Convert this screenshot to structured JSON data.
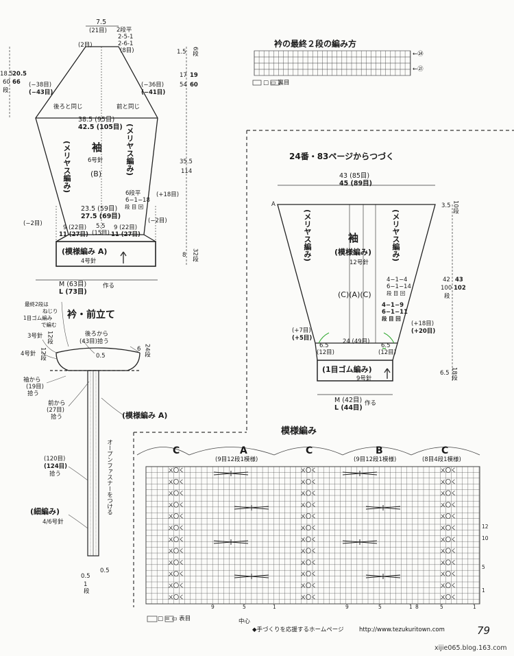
{
  "page_number": "79",
  "footer_text": "◆手づくりを応援するホームページ",
  "footer_url": "http://www.tezukuritown.com",
  "watermark": "xijie065.blog.163.com",
  "top_left_sleeve": {
    "top_width": "7.5",
    "top_sts": "(21目)",
    "dec1": "2段平",
    "dec2": "2-5-1",
    "dec3": "2-6-1",
    "dec4": "(8目)",
    "left_two": "(2目)",
    "left_dim_a": "18.5",
    "left_dim_b": "20.5",
    "left_rows_a": "60",
    "left_rows_b": "66",
    "left_rows_unit": "段",
    "left_38": "(−38目)",
    "left_43": "(−43目)",
    "right_36": "(−36目)",
    "right_41": "(−41目)",
    "back_same": "後ろと同じ",
    "front_same": "前と同じ",
    "w_mid_a": "38.5 (95目)",
    "w_mid_b": "42.5 (105目)",
    "title": "袖",
    "needle": "6号針",
    "letter": "(B)",
    "stockinette_l": "(メリヤス編み)",
    "stockinette_r": "(メリヤス編み)",
    "row_6": "6段平",
    "row_6118": "6−1−18",
    "row_labels": "段 目 回",
    "plus_18": "(+18目)",
    "w_bot_a": "23.5 (59目)",
    "w_bot_b": "27.5 (69目)",
    "minus2_l": "(−2目)",
    "minus2_r": "(−2目)",
    "cuff_a1": "9 (22目)",
    "cuff_a2": "11 (27目)",
    "cuff_c1": "5.5",
    "cuff_c2": "(15目)",
    "cuff_b1": "9 (22目)",
    "cuff_b2": "11 (27目)",
    "cuff_label": "(模様編み A)",
    "cuff_needle": "4号針",
    "h_upper": "1.5",
    "h_upper_rows": "6段",
    "h_17": "17",
    "h_19": "19",
    "h_54": "54",
    "h_60": "60",
    "h_35": "35.5",
    "h_114": "114",
    "h_8": "8",
    "h_32": "32段",
    "size_m": "M (63目)",
    "size_l": "L (73目)",
    "make": "作る"
  },
  "collar": {
    "title": "衿・前立て",
    "last2": "最終2段は",
    "twist": "ねじり",
    "rib1": "1目ゴム編み",
    "rib2": "で編む",
    "back_from": "後ろから",
    "back_sts": "(43目)拾う",
    "n3": "3号針",
    "n3_rows": "12段",
    "n4": "4号針",
    "n4_rows": "12段",
    "rows_6": "6",
    "rows_24": "24段",
    "v_05": "0.5",
    "sleeve_from": "袖から",
    "sleeve_sts": "(19目)",
    "pick1": "拾う",
    "front_from": "前から",
    "front_sts": "(27目)",
    "pick2": "拾う",
    "pattern_a": "(模様編み A)",
    "zipper": "オープンファスナーをつける",
    "s120": "(120目)",
    "s124": "(124目)",
    "pick3": "拾う",
    "fine": "(細編み)",
    "needle_fine": "4/6号針",
    "b1": "0.5",
    "b2": "1",
    "b3": "段",
    "b05": "0.5"
  },
  "last_rows_chart": {
    "title": "衿の最終２段の編み方",
    "row24": "←㉔",
    "row21": "←㉑",
    "legend": "□ ▭ 裏目"
  },
  "right_sleeve": {
    "continue": "24番・83ページからつづく",
    "w_a": "43 (85目)",
    "w_b": "45 (89目)",
    "mark_a": "A",
    "h_35": "3.5",
    "h_10": "10段",
    "title": "袖",
    "pattern": "(模様編み)",
    "needle": "12号針",
    "letters": "(C)(A)(C)",
    "stockinette_l": "(メリヤス編み)",
    "stockinette_r": "(メリヤス編み)",
    "dec1": "4−1−4",
    "dec2": "6−1−14",
    "dec3": "段 目 回",
    "inc1": "4−1−9",
    "inc2": "6−1−11",
    "inc3": "段 目 回",
    "h_42": "42",
    "h_43": "43",
    "h_100": "100",
    "h_102": "102",
    "h_row": "段",
    "plus7": "(+7目)",
    "plus5": "(+5目)",
    "plus18": "(+18目)",
    "plus20": "(+20目)",
    "mid": "24 (49目)",
    "l65": "6.5",
    "l12": "(12目)",
    "r65": "6.5",
    "r12": "(12目)",
    "cuff": "(1目ゴム編み)",
    "cuff_needle": "9号針",
    "h_65": "6.5",
    "h_18": "18段",
    "size_m": "M (42目)",
    "size_l": "L (44目)",
    "make": "作る"
  },
  "pattern_chart": {
    "title": "模様編み",
    "c1": "C",
    "a": "A",
    "a_repeat": "(9目12段1模様)",
    "c2": "C",
    "b": "B",
    "b_repeat": "(9目12段1模様)",
    "c3": "C",
    "c_repeat": "(8目4段1模様)",
    "row12": "12",
    "row10": "10",
    "row5": "5",
    "row1": "1",
    "col9a": "9",
    "col5": "5",
    "col1a": "1",
    "col9b": "9",
    "col5b": "5",
    "col1b": "1",
    "col8": "8",
    "col5c": "5",
    "col1c": "1",
    "center": "中心",
    "legend": "□ = ▭ 表目"
  }
}
